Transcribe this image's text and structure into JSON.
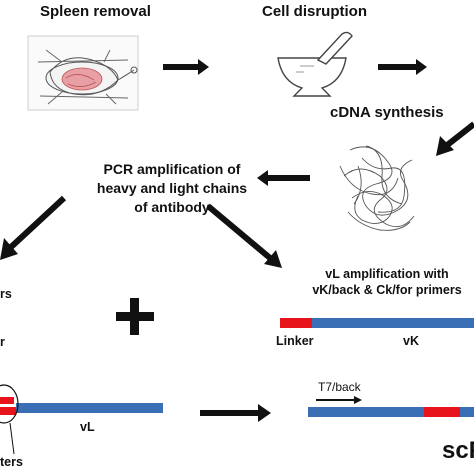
{
  "steps": {
    "spleen_removal": "Spleen removal",
    "cell_disruption": "Cell disruption",
    "cdna_synthesis": "cDNA synthesis",
    "pcr_line1": "PCR amplification of",
    "pcr_line2": "heavy and light chains",
    "pcr_line3": "of antibody"
  },
  "left_partial": {
    "primers_fragment": "rs",
    "linker_fragment": "r",
    "vl_label": "vL",
    "primers_bottom_fragment": "ters"
  },
  "right_panel": {
    "vl_amp_line1": "vL amplification with",
    "vl_amp_line2": "vK/back & Ck/for primers",
    "linker_label": "Linker",
    "vk_label": "vK",
    "t7_label": "T7/back",
    "scf_fragment": "scF"
  },
  "colors": {
    "dna_blue": "#3a6fb5",
    "linker_red": "#e8141c",
    "tissue_pink": "#e8a0a6"
  },
  "icons": {
    "mouse": "dissected-mouse-icon",
    "mortar": "mortar-pestle-icon",
    "cdna": "cdna-strand-icon"
  }
}
